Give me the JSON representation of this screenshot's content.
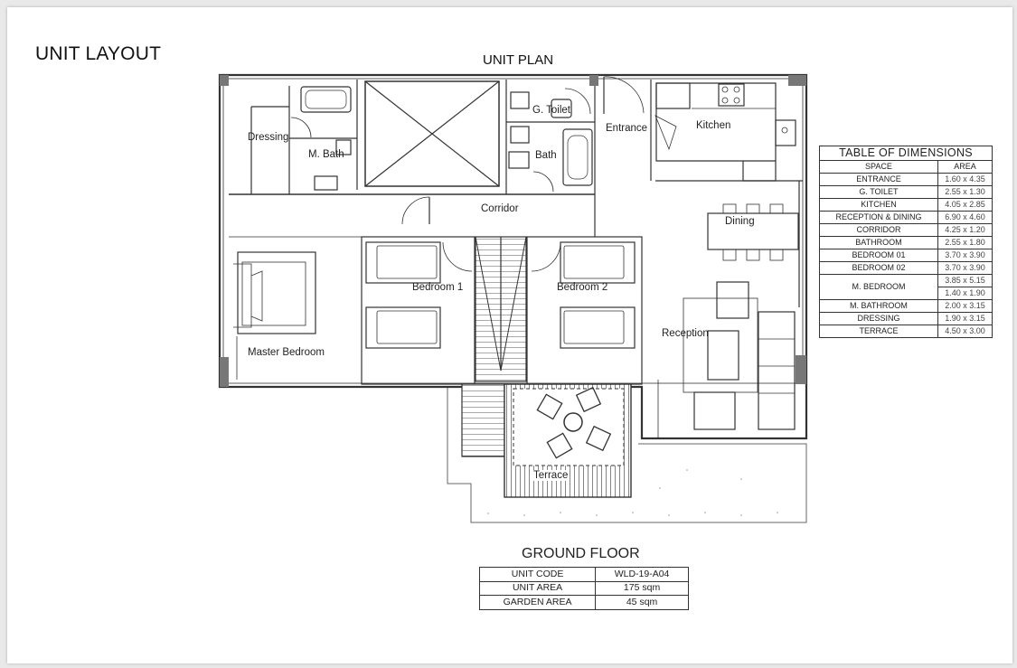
{
  "page_title": "UNIT LAYOUT",
  "plan_title": "UNIT PLAN",
  "room_labels": {
    "dressing": "Dressing",
    "m_bath": "M. Bath",
    "g_toilet": "G. Toilet",
    "bath": "Bath",
    "entrance": "Entrance",
    "kitchen": "Kitchen",
    "corridor": "Corridor",
    "dining": "Dining",
    "bedroom1": "Bedroom 1",
    "bedroom2": "Bedroom 2",
    "master_bedroom": "Master Bedroom",
    "reception": "Reception",
    "terrace": "Terrace"
  },
  "dimensions_table": {
    "title": "TABLE OF DIMENSIONS",
    "headers": [
      "SPACE",
      "AREA"
    ],
    "rows": [
      {
        "space": "ENTRANCE",
        "area": "1.60 x 4.35"
      },
      {
        "space": "G. TOILET",
        "area": "2.55 x 1.30"
      },
      {
        "space": "KITCHEN",
        "area": "4.05 x  2.85"
      },
      {
        "space": "RECEPTION & DINING",
        "area": "6.90 x 4.60"
      },
      {
        "space": "CORRIDOR",
        "area": "4.25 x 1.20"
      },
      {
        "space": "BATHROOM",
        "area": "2.55 x 1.80"
      },
      {
        "space": "BEDROOM 01",
        "area": "3.70 x 3.90"
      },
      {
        "space": "BEDROOM 02",
        "area": "3.70 x 3.90"
      },
      {
        "space": "M. BEDROOM",
        "area": "3.85 x 5.15",
        "area2": "1.40 x 1.90"
      },
      {
        "space": "M. BATHROOM",
        "area": "2.00 x 3.15"
      },
      {
        "space": "DRESSING",
        "area": "1.90 x 3.15"
      },
      {
        "space": "TERRACE",
        "area": "4.50 x 3.00"
      }
    ]
  },
  "floor_title": "GROUND FLOOR",
  "unit_table": {
    "rows": [
      {
        "label": "UNIT CODE",
        "value": "WLD-19-A04"
      },
      {
        "label": "UNIT AREA",
        "value": "175 sqm"
      },
      {
        "label": "GARDEN AREA",
        "value": "45 sqm"
      }
    ]
  }
}
